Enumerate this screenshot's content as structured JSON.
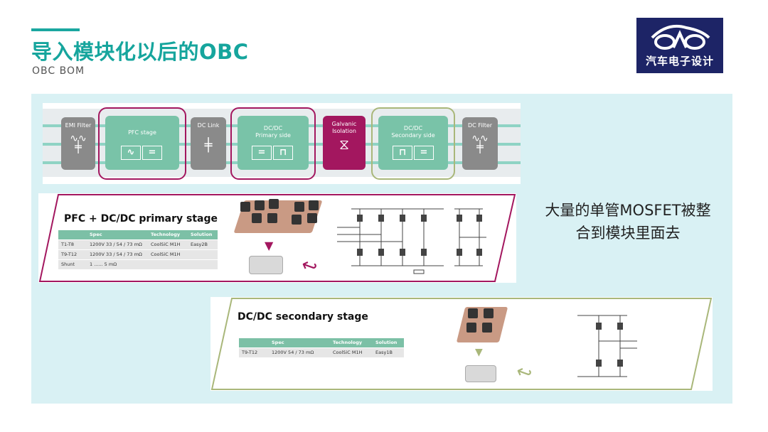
{
  "header": {
    "title": "导入模块化以后的OBC",
    "subtitle": "OBC BOM",
    "accent_color": "#1aa7a0"
  },
  "logo": {
    "text": "汽车电子设计",
    "bg_color": "#1d2466"
  },
  "block_diagram": {
    "emi_filter": "EMI Filter",
    "pfc_stage": "PFC stage",
    "dc_link": "DC Link",
    "dcdc_primary_line1": "DC/DC",
    "dcdc_primary_line2": "Primary side",
    "galvanic_line1": "Galvanic",
    "galvanic_line2": "Isolation",
    "dcdc_secondary_line1": "DC/DC",
    "dcdc_secondary_line2": "Secondary side",
    "dc_filter": "DC Filter",
    "colors": {
      "gray": "#8a8a8a",
      "teal": "#79c3a8",
      "purple": "#a3175f",
      "olive": "#a9b77a"
    }
  },
  "primary_panel": {
    "title": "PFC + DC/DC primary stage",
    "headers": [
      "",
      "Spec",
      "Technology",
      "Solution"
    ],
    "rows": [
      [
        "T1-T8",
        "1200V 33 / 54 / 73 mΩ",
        "CoolSiC M1H",
        "Easy2B"
      ],
      [
        "T9-T12",
        "1200V 33 / 54 / 73 mΩ",
        "CoolSiC M1H",
        ""
      ],
      [
        "Shunt",
        "1 ...... 5 mΩ",
        "",
        ""
      ]
    ]
  },
  "secondary_panel": {
    "title": "DC/DC secondary stage",
    "headers": [
      "",
      "Spec",
      "Technology",
      "Solution"
    ],
    "rows": [
      [
        "T9-T12",
        "1200V 54 / 73 mΩ",
        "CoolSiC M1H",
        "Easy1B"
      ]
    ]
  },
  "side_note": {
    "line1": "大量的单管MOSFET被整",
    "line2": "合到模块里面去"
  }
}
